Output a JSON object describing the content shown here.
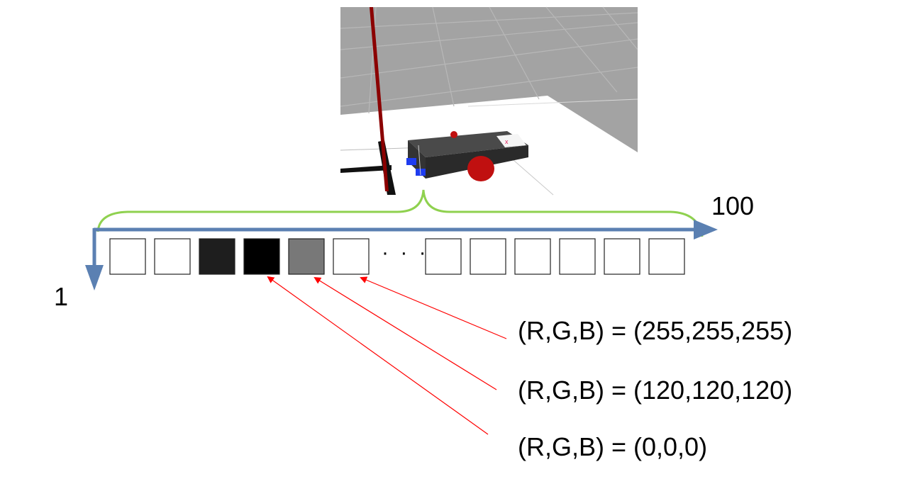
{
  "axis": {
    "x_max_label": "100",
    "y_label": "1",
    "line_color": "#5b80b2",
    "brace_color": "#8fd14f"
  },
  "pixel_row": {
    "ellipsis": "· · ·",
    "cells_before_gap": [
      {
        "rgb": [
          255,
          255,
          255
        ]
      },
      {
        "rgb": [
          255,
          255,
          255
        ]
      },
      {
        "rgb": [
          30,
          30,
          30
        ]
      },
      {
        "rgb": [
          0,
          0,
          0
        ]
      },
      {
        "rgb": [
          120,
          120,
          120
        ]
      },
      {
        "rgb": [
          255,
          255,
          255
        ]
      }
    ],
    "cells_after_gap": [
      {
        "rgb": [
          255,
          255,
          255
        ]
      },
      {
        "rgb": [
          255,
          255,
          255
        ]
      },
      {
        "rgb": [
          255,
          255,
          255
        ]
      },
      {
        "rgb": [
          255,
          255,
          255
        ]
      },
      {
        "rgb": [
          255,
          255,
          255
        ]
      },
      {
        "rgb": [
          255,
          255,
          255
        ]
      }
    ]
  },
  "annotations": {
    "arrow_color": "#ff0000",
    "white": "(R,G,B) = (255,255,255)",
    "gray": "(R,G,B) = (120,120,120)",
    "black": "(R,G,B) = (0,0,0)"
  },
  "scene_colors": {
    "floor_grey": "#a3a3a3",
    "robot_body": "#3a3a3a",
    "wheel": "#c01010",
    "pole": "#8b0000",
    "sensor": "#1e3cf0"
  }
}
